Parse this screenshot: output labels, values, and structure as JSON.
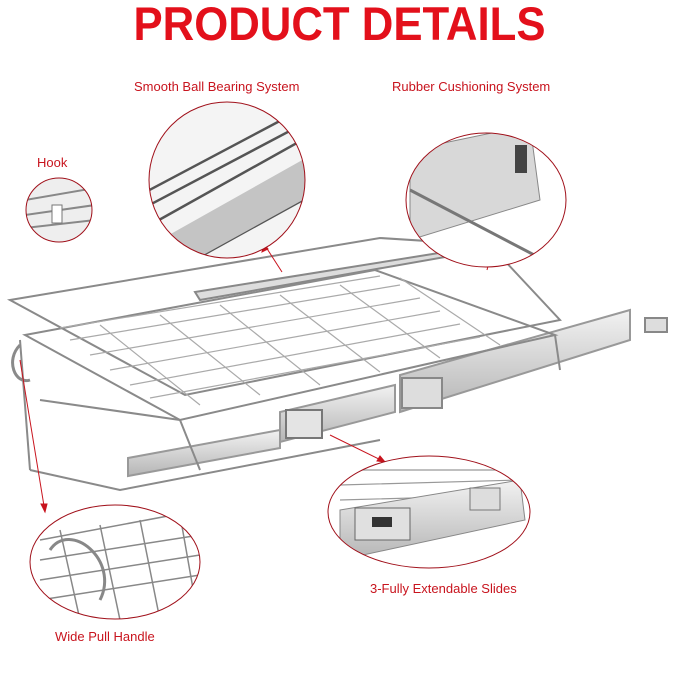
{
  "title": "PRODUCT DETAILS",
  "callouts": [
    {
      "label": "Smooth Ball Bearing System"
    },
    {
      "label": "Rubber Cushioning System"
    },
    {
      "label": "Hook"
    },
    {
      "label": "Wide Pull Handle"
    },
    {
      "label": "3-Fully Extendable Slides"
    }
  ],
  "colors": {
    "accent": "#e3101b",
    "callout_border": "#a0101a",
    "metal": "#9a9a9a"
  }
}
